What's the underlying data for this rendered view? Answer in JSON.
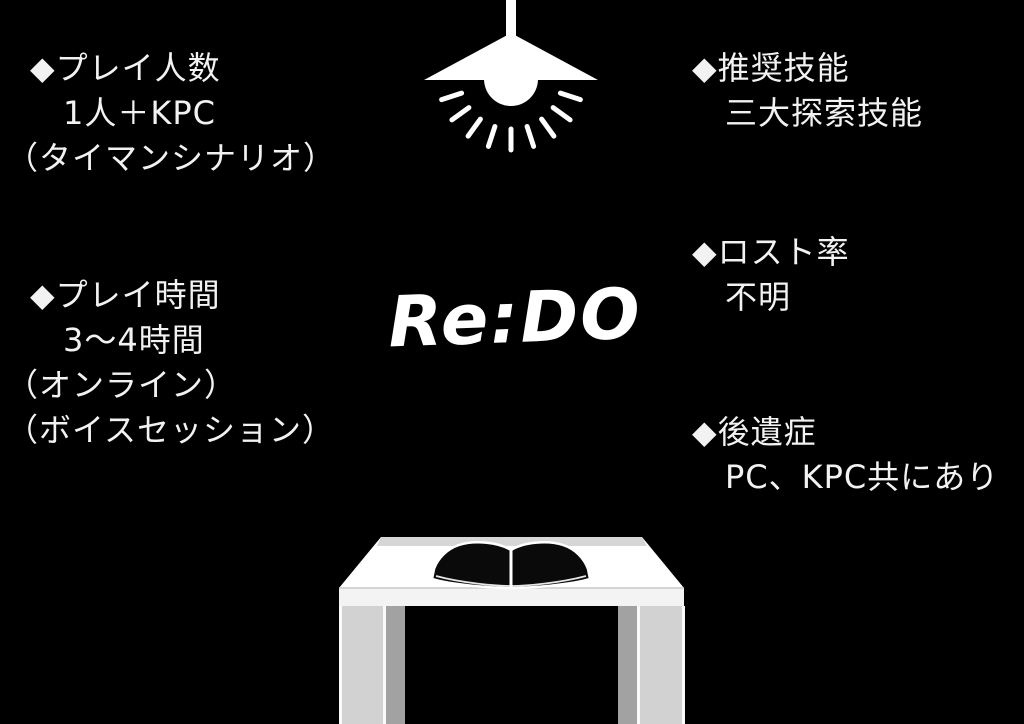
{
  "page": {
    "background_color": "#000000",
    "text_color": "#f2f2f2"
  },
  "title": {
    "text": "Re:DO"
  },
  "info_left": [
    {
      "name": "play-count",
      "lines": [
        "◆プレイ人数",
        "　1人＋KPC",
        "（タイマンシナリオ）"
      ]
    },
    {
      "name": "play-time",
      "lines": [
        "◆プレイ時間",
        "　3～4時間",
        "（オンライン）",
        "（ボイスセッション）"
      ]
    }
  ],
  "info_right": [
    {
      "name": "recommended-skills",
      "lines": [
        "◆推奨技能",
        "　三大探索技能"
      ]
    },
    {
      "name": "lost-rate",
      "lines": [
        "◆ロスト率",
        "　不明"
      ]
    },
    {
      "name": "aftereffects",
      "lines": [
        "◆後遺症",
        "　PC、KPC共にあり"
      ]
    }
  ],
  "icons": {
    "lamp": "hanging-pendant-lamp",
    "table": "white-table",
    "book": "open-black-book"
  },
  "colors": {
    "art_white": "#ffffff",
    "table_apron": "#f3f3f3",
    "table_edge_band": "#d6d6d6",
    "table_leg_light": "#d2d2d2",
    "table_leg_dark": "#a2a2a2",
    "book_fill": "#0a0a0a"
  }
}
